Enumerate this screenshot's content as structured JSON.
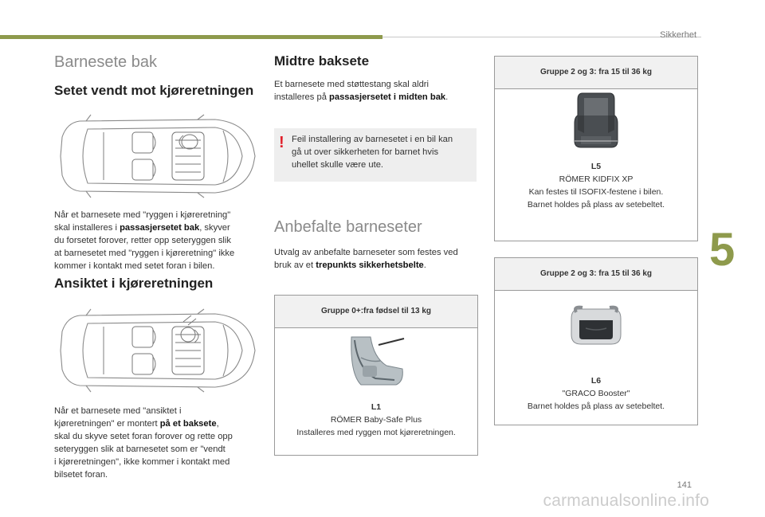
{
  "header": {
    "section": "Sikkerhet"
  },
  "chapter_number": "5",
  "page_number": "141",
  "watermark": "carmanualsonline.info",
  "left": {
    "title": "Barnesete bak",
    "rear_facing": {
      "heading": "Setet vendt mot kjøreretningen",
      "p1": "Når et barnesete med \"ryggen i kjøreretning\"",
      "p2a": "skal installeres i ",
      "p2b": "passasjersetet bak",
      "p2c": ", skyver",
      "p3": "du forsetet forover, retter opp seteryggen slik",
      "p4": "at barnesetet med \"ryggen i kjøreretning\" ikke",
      "p5": "kommer i kontakt med setet foran i bilen."
    },
    "forward_facing": {
      "heading": "Ansiktet i kjøreretningen",
      "p1": "Når et barnesete med \"ansiktet i",
      "p2a": "kjøreretningen\" er montert ",
      "p2b": "på et baksete",
      "p2c": ",",
      "p3": "skal du skyve setet foran forover og rette opp",
      "p4": "seteryggen slik at barnesetet som er \"vendt",
      "p5": "i kjøreretningen\", ikke kommer i kontakt med",
      "p6": "bilsetet foran."
    }
  },
  "middle": {
    "heading": "Midtre baksete",
    "p1": "Et barnesete med støttestang skal aldri",
    "p2a": "installeres på ",
    "p2b": "passasjersetet i midten bak",
    "p2c": ".",
    "warning": {
      "icon": "exclamation-icon",
      "l1": "Feil installering av barnesetet i en bil kan",
      "l2": "gå ut over sikkerheten for barnet hvis",
      "l3": "uhellet skulle være ute."
    },
    "recommended": {
      "title": "Anbefalte barneseter",
      "p1": "Utvalg av anbefalte barneseter som festes ved",
      "p2a": "bruk av et ",
      "p2b": "trepunkts sikkerhetsbelte",
      "p2c": "."
    }
  },
  "seats": [
    {
      "group": "Gruppe 0+:fra fødsel til 13 kg",
      "code": "L1",
      "name": "RÖMER Baby-Safe Plus",
      "desc1": "Installeres med ryggen mot kjøreretningen.",
      "desc2": ""
    },
    {
      "group": "Gruppe 2 og 3: fra 15 til 36 kg",
      "code": "L5",
      "name": "RÖMER KIDFIX XP",
      "desc1": "Kan festes til ISOFIX-festene i bilen.",
      "desc2": "Barnet holdes på plass av setebeltet."
    },
    {
      "group": "Gruppe 2 og 3: fra 15 til 36 kg",
      "code": "L6",
      "name": "\"GRACO Booster\"",
      "desc1": "Barnet holdes på plass av setebeltet.",
      "desc2": ""
    }
  ],
  "colors": {
    "accent": "#8e9a4c",
    "warning": "#e0202a",
    "box_header": "#f1f1f1"
  }
}
